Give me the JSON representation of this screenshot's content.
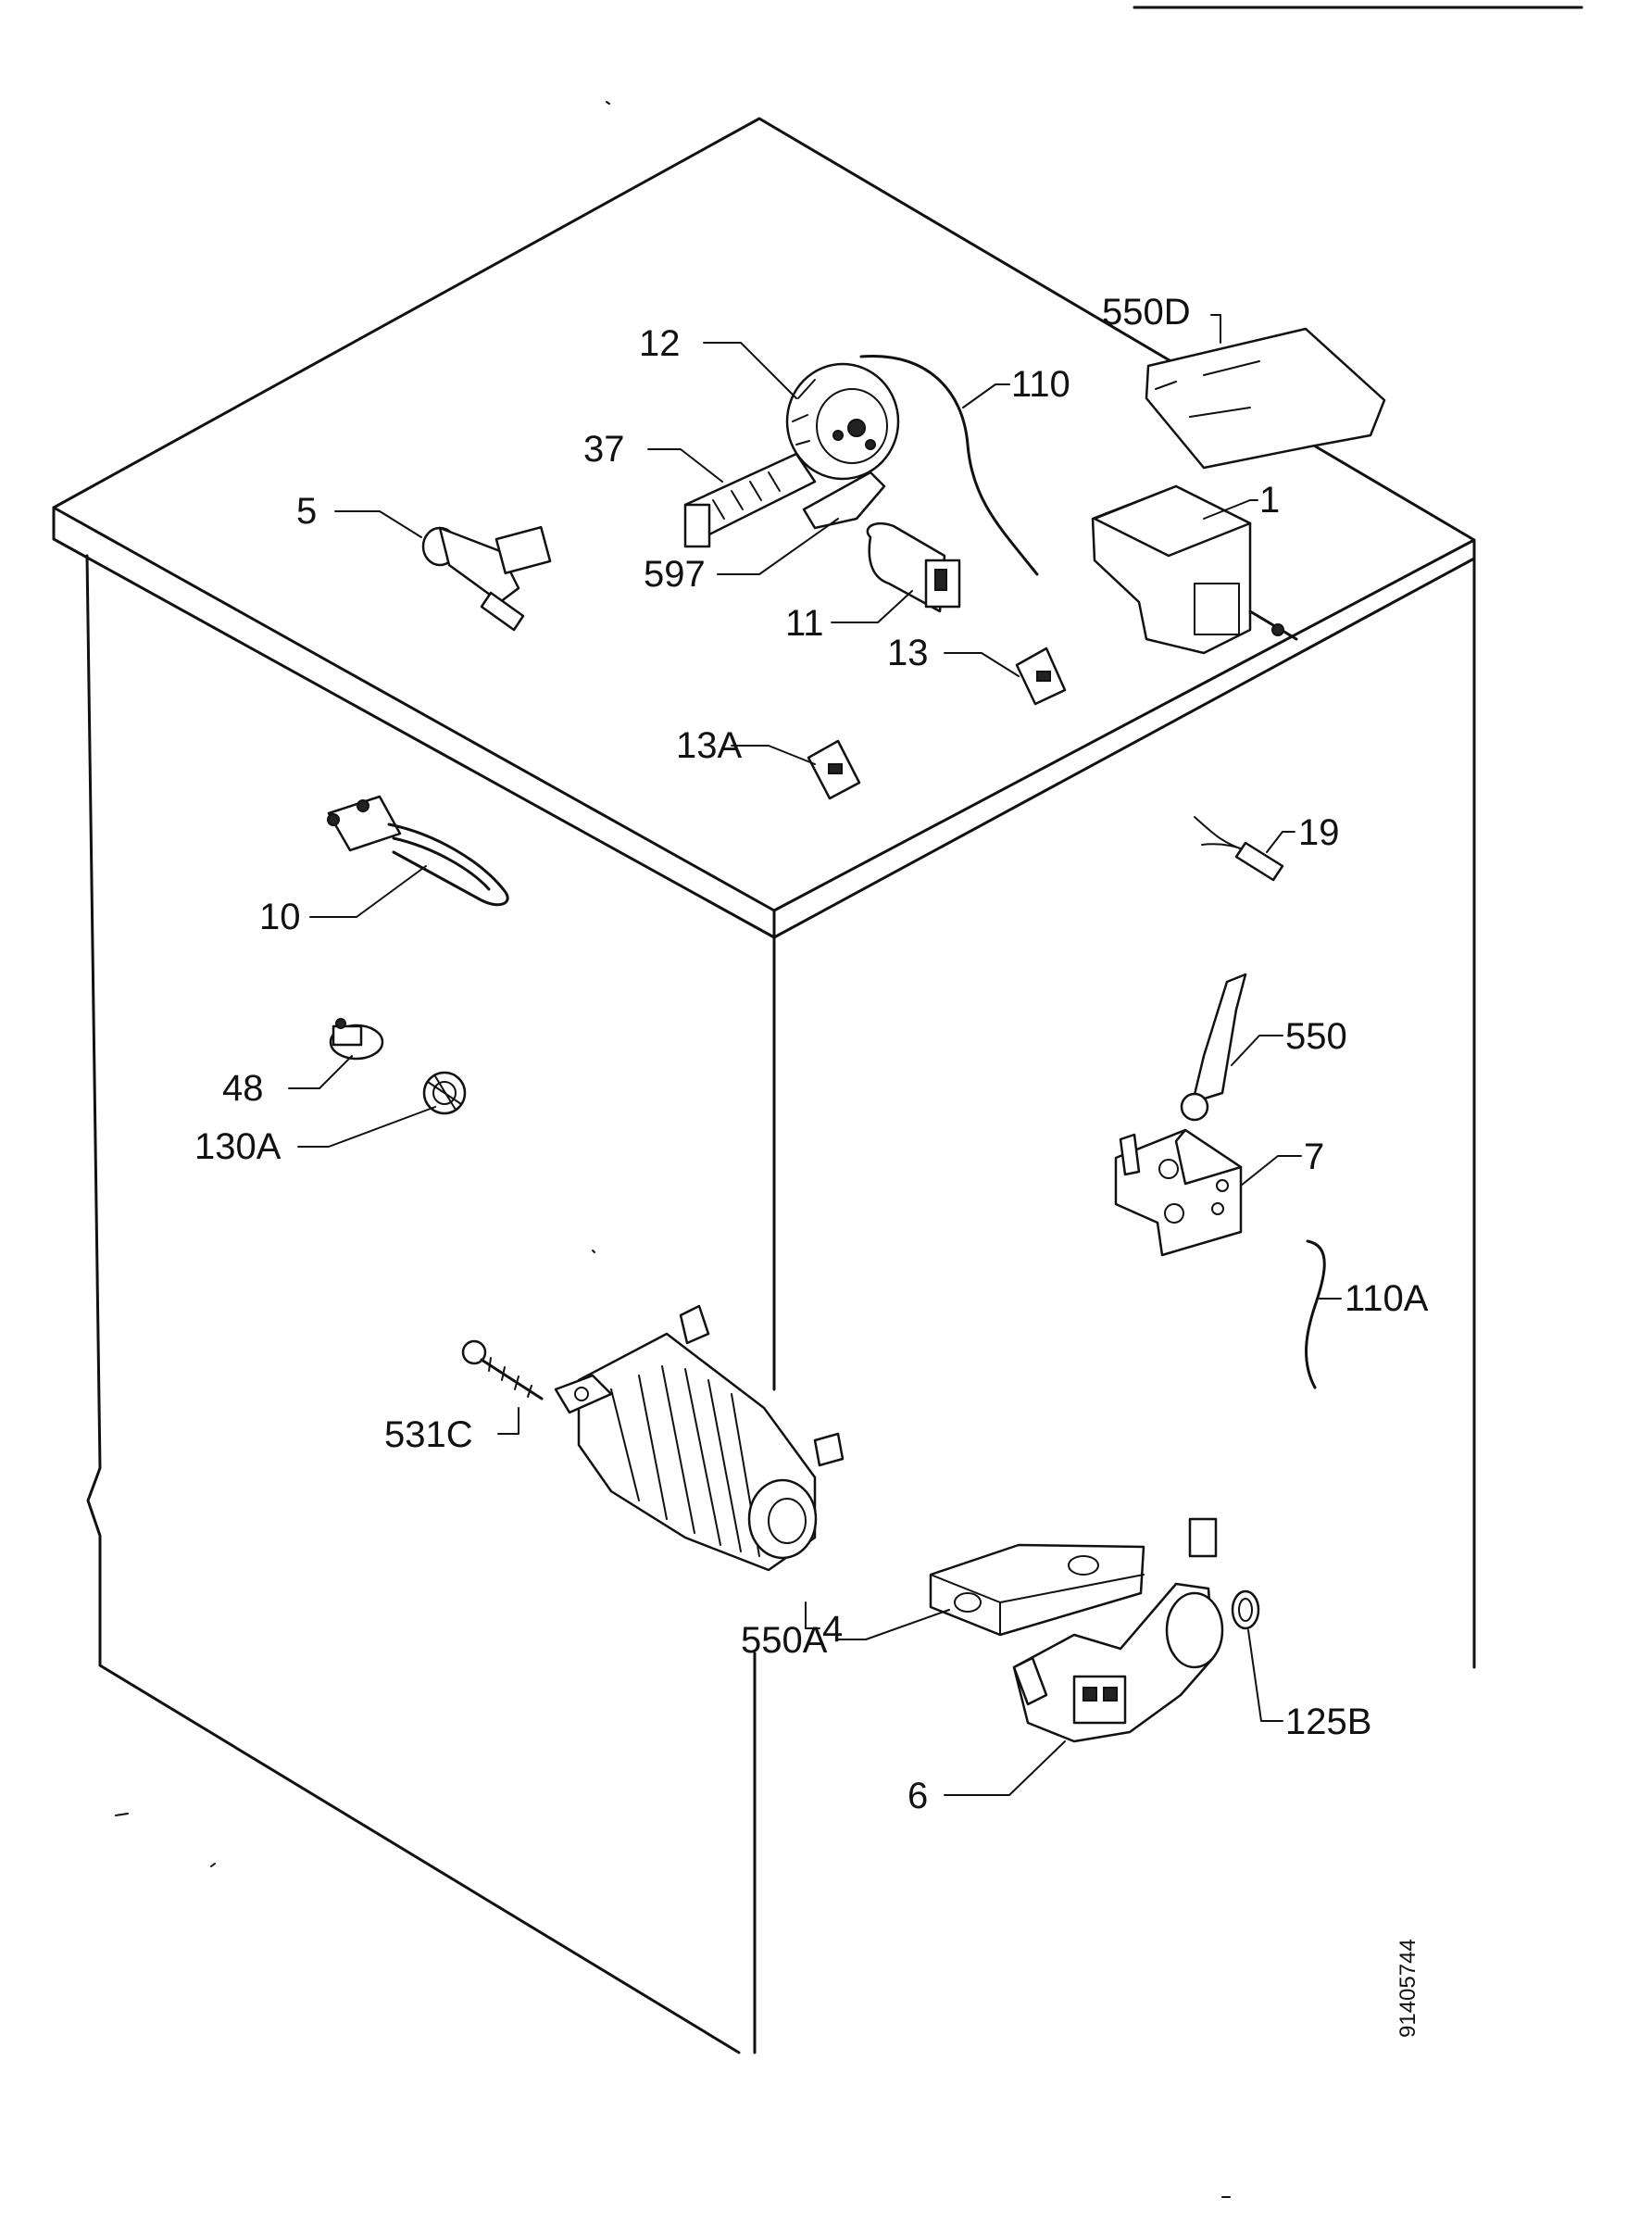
{
  "drawing_ref": "91405744",
  "labels": {
    "p1": "1",
    "p4": "4",
    "p5": "5",
    "p6": "6",
    "p7": "7",
    "p10": "10",
    "p11": "11",
    "p12": "12",
    "p13": "13",
    "p13a": "13A",
    "p19": "19",
    "p37": "37",
    "p48": "48",
    "p110": "110",
    "p110a": "110A",
    "p125b": "125B",
    "p130a": "130A",
    "p531c": "531C",
    "p550": "550",
    "p550a": "550A",
    "p550d": "550D",
    "p597": "597"
  }
}
